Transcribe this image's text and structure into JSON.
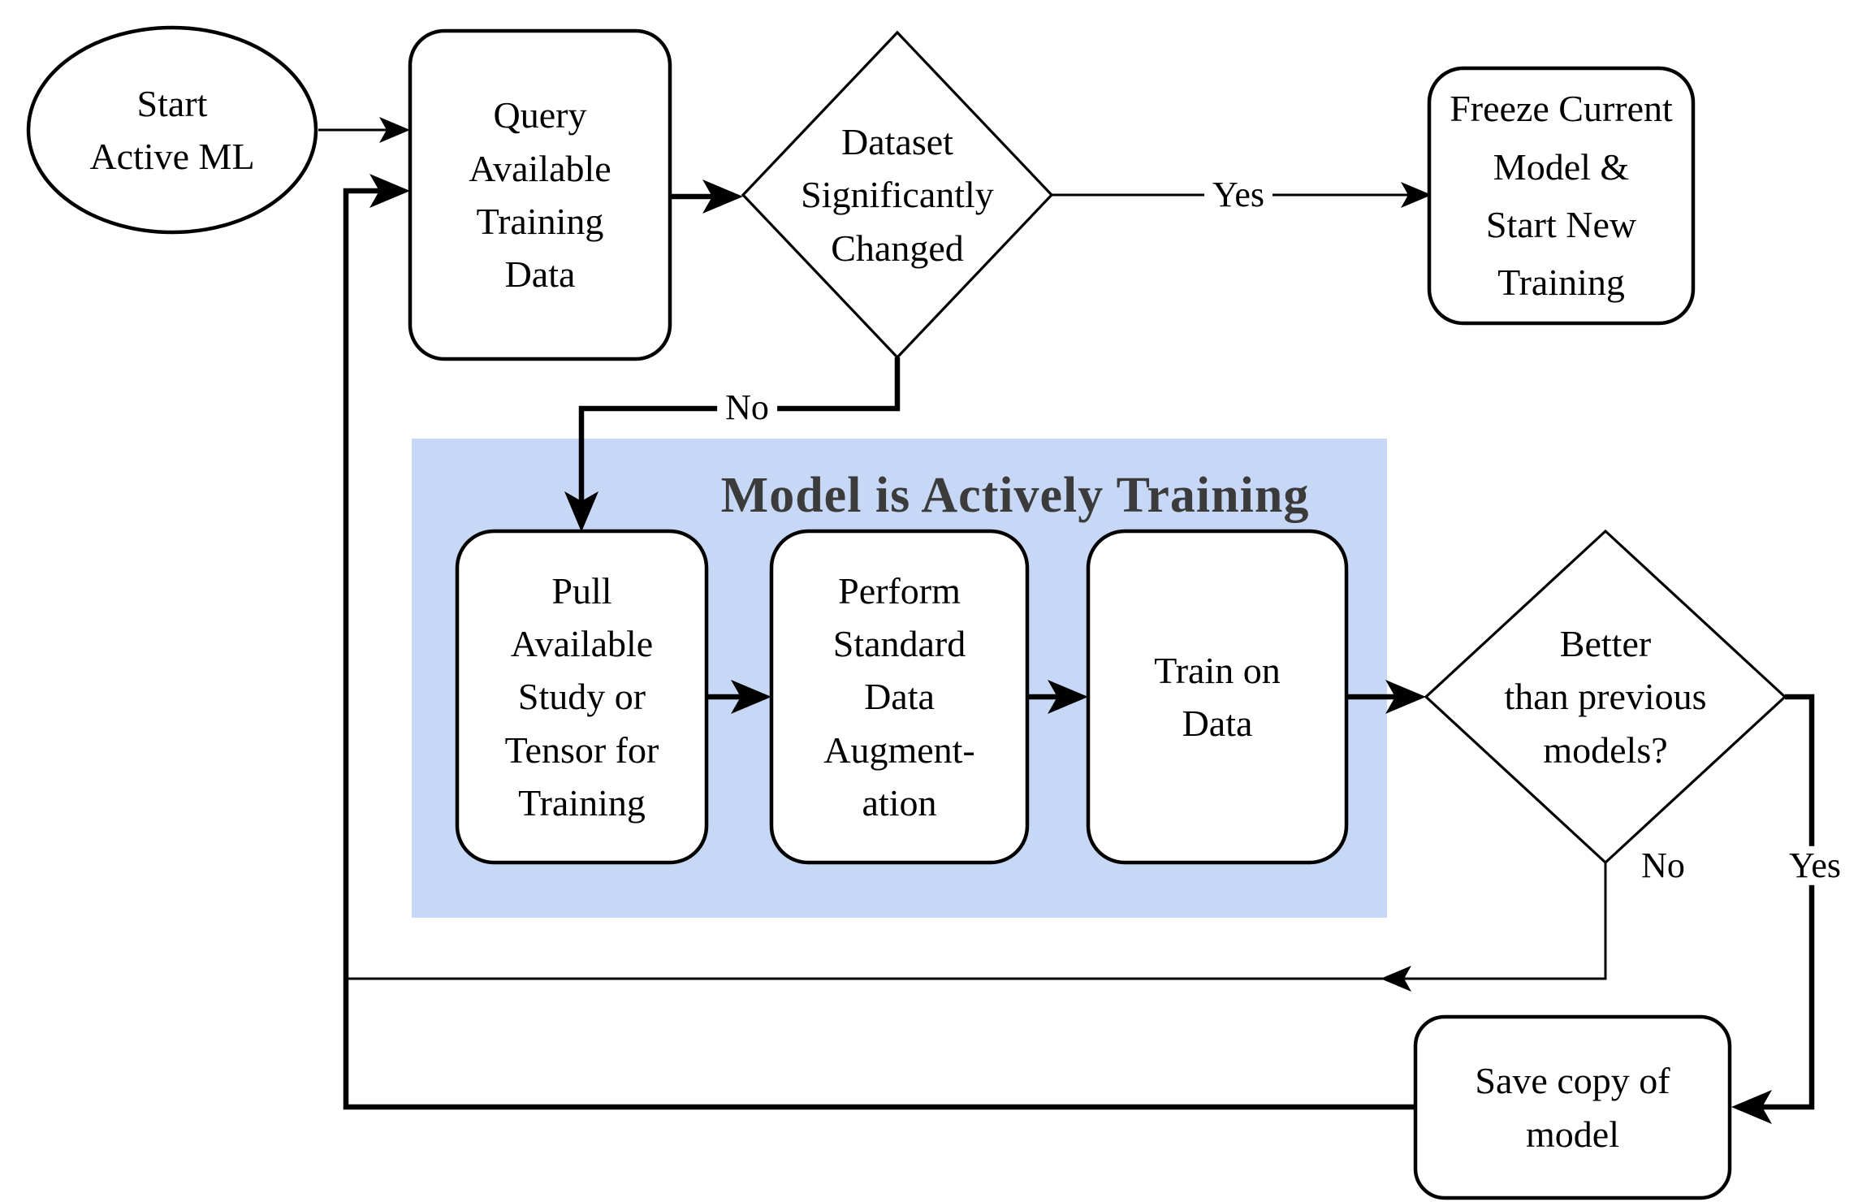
{
  "diagram": {
    "nodes": {
      "start": {
        "label": "Start\nActive ML"
      },
      "query": {
        "label": "Query\nAvailable\nTraining\nData"
      },
      "dataset": {
        "label": "Dataset\nSignificantly\nChanged"
      },
      "freeze": {
        "label": "Freeze Current\nModel &\nStart New\nTraining"
      },
      "pull": {
        "label": "Pull\nAvailable\nStudy or\nTensor for\nTraining"
      },
      "augment": {
        "label": "Perform\nStandard\nData\nAugment-\nation"
      },
      "train": {
        "label": "Train on\nData"
      },
      "better": {
        "label": "Better\nthan previous\nmodels?"
      },
      "save": {
        "label": "Save copy of\nmodel"
      }
    },
    "region": {
      "title": "Model is Actively Training",
      "fill": "#c7d7f6",
      "title_color": "#3b3b3b"
    },
    "edge_labels": {
      "yes_top": "Yes",
      "no_top": "No",
      "no_bottom": "No",
      "yes_bottom": "Yes"
    },
    "colors": {
      "line": "#000000",
      "node_fill": "#ffffff",
      "text": "#000000"
    }
  }
}
